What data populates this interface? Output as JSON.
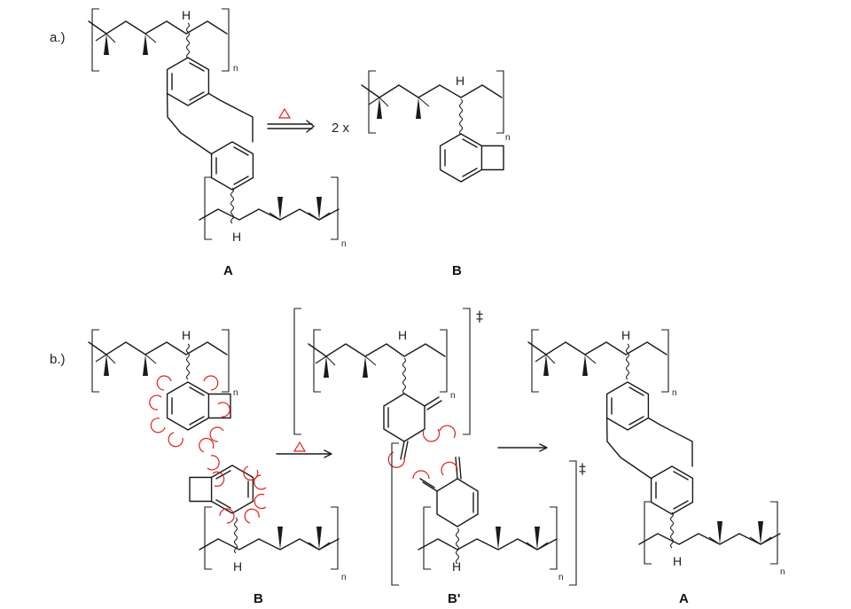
{
  "panel_a": {
    "label": "a.)",
    "reactant": "A",
    "product": "B",
    "coefficient": "2 x",
    "reaction_condition_color": "#e0201b"
  },
  "panel_b": {
    "label": "b.)",
    "reactant": "B",
    "transition_state": "B'",
    "product": "A",
    "reaction_condition_color": "#e0201b"
  },
  "atom_symbol": "H",
  "repeat_subscript": "n",
  "ts_symbol": "‡"
}
